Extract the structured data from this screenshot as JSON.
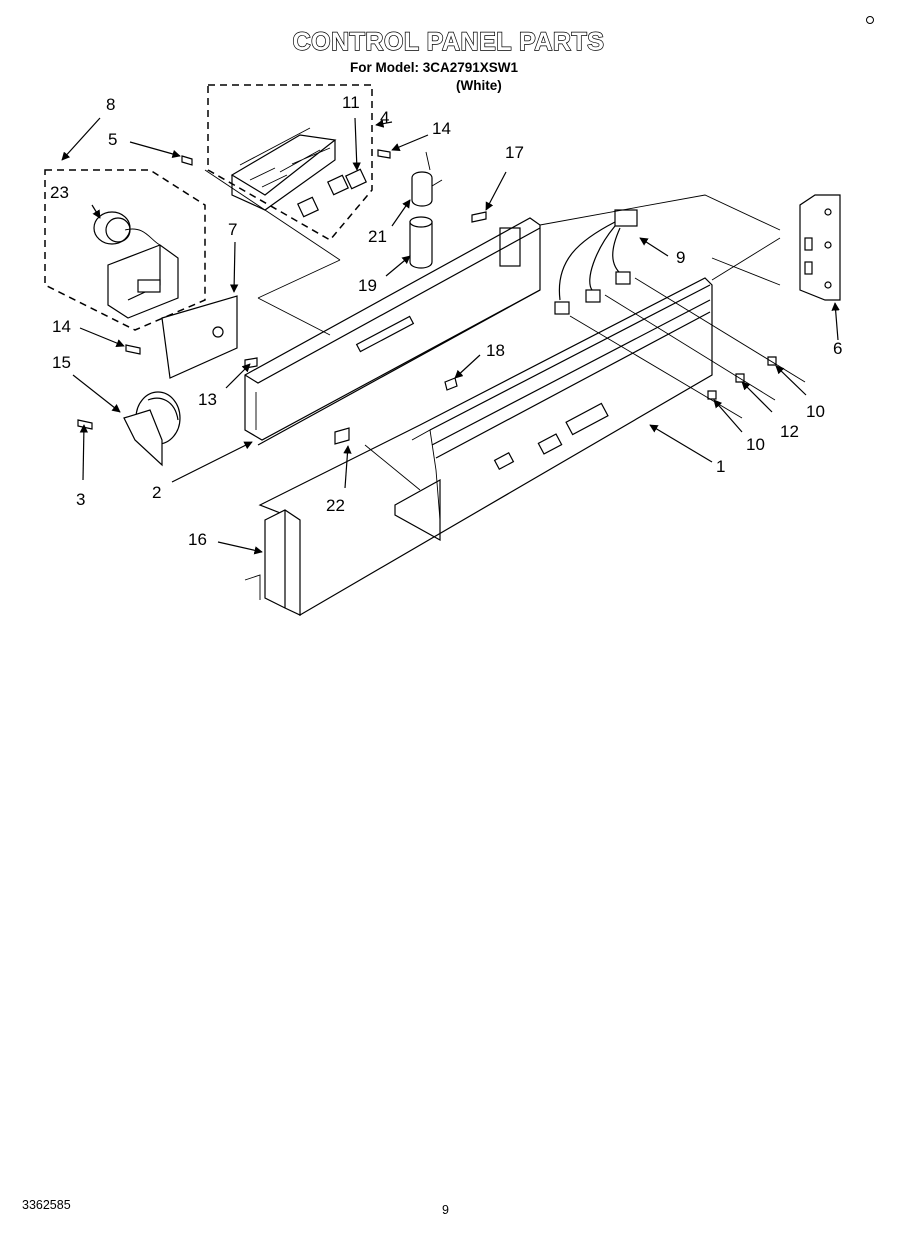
{
  "header": {
    "title": "CONTROL PANEL PARTS",
    "model_line": "For Model: 3CA2791XSW1",
    "color_line": "(White)"
  },
  "footer": {
    "doc_number": "3362585",
    "page_number": "9"
  },
  "callouts": [
    "1",
    "2",
    "3",
    "4",
    "5",
    "6",
    "7",
    "8",
    "9",
    "10",
    "10",
    "11",
    "12",
    "13",
    "14",
    "14",
    "15",
    "16",
    "17",
    "18",
    "19",
    "21",
    "22",
    "23"
  ]
}
